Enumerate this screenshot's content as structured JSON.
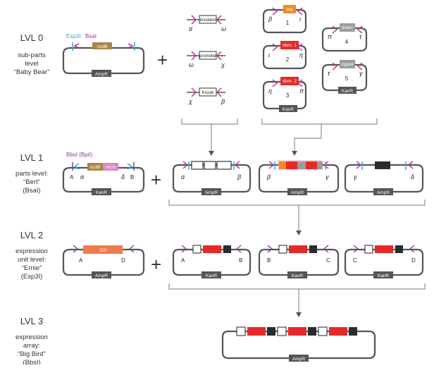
{
  "levels": [
    {
      "title": "LVL 0",
      "lines": [
        "sub-parts",
        "level",
        "“Baby Bear”"
      ]
    },
    {
      "title": "LVL 1",
      "lines": [
        "parts level:",
        "“Bert”",
        "(BsaI)"
      ]
    },
    {
      "title": "LVL 2",
      "lines": [
        "expression",
        "unit level:",
        "“Ernie”",
        "(Esp3I)"
      ]
    },
    {
      "title": "LVL 3",
      "lines": [
        "expression",
        "array:",
        "“Big Bird”",
        "(BbsI)"
      ]
    }
  ],
  "labels": {
    "esp3i": "Esp3I",
    "bsai": "BsaI",
    "bbsi": "BbsI (BpiI)",
    "ccdb": "ccdB",
    "mch": "mCh",
    "crt": "Crt",
    "ampr": "AmpR",
    "kanr": "KanR",
    "plus": "+"
  },
  "lvl0_parts": {
    "insulator": {
      "name": "insulator",
      "left": "α",
      "right": "ω"
    },
    "promoter": {
      "name": "promoter",
      "left": "ω",
      "right": "χ"
    },
    "kozak": {
      "name": "Kozak",
      "left": "χ",
      "right": "β"
    },
    "tag": {
      "name": "tag",
      "num": "1",
      "left": "β",
      "right": "ι"
    },
    "dom1": {
      "name": "dom. 1",
      "num": "2",
      "left": "ι",
      "right": "η"
    },
    "dom2": {
      "name": "dom. 2",
      "num": "3",
      "left": "η",
      "right": "π"
    },
    "linker": {
      "name": "linker",
      "num": "4",
      "left": "π",
      "right": "τ"
    },
    "zipper": {
      "name": "zipper",
      "num": "5",
      "left": "τ",
      "right": "γ"
    }
  },
  "lvl1": {
    "dest_left": "A",
    "dest_a": "α",
    "dest_d": "δ",
    "dest_right": "B",
    "p1_left": "α",
    "p1_right": "β",
    "p2_left": "β",
    "p2_right": "γ",
    "p3_left": "γ",
    "p3_right": "δ"
  },
  "lvl2": {
    "dest_left": "A",
    "dest_right": "D",
    "u1_left": "A",
    "u1_right": "B",
    "u2_left": "B",
    "u2_right": "C",
    "u3_left": "C",
    "u3_right": "D"
  },
  "colors": {
    "magenta": "#c0258f",
    "cyan": "#2aa7d8",
    "purple": "#8a3d9b",
    "orange": "#f08a24",
    "red": "#e52a2a",
    "gray_block": "#9c9c9c",
    "dark_block": "#2b2b33",
    "ccdb": "#a8864a",
    "mch": "#d98ac4",
    "crt": "#f07c4c",
    "marker": "#555555"
  }
}
